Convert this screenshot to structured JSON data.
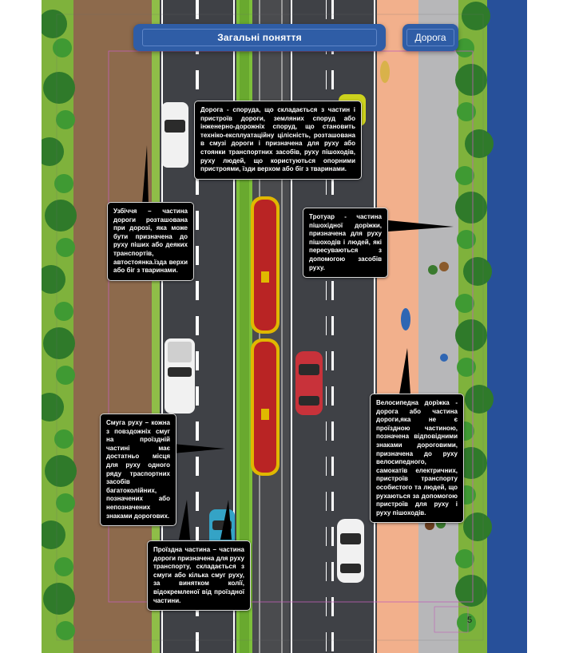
{
  "header": {
    "title": "Загальні поняття",
    "topic": "Дорога"
  },
  "definitions": {
    "road": "Дорога - споруда, що складається з частин і пристроїв дороги, земляних споруд або інженерно-дорожніх споруд, що становить техніко-експлуатаційну цілісність, розташована в смузі дороги і призначена для руху або стоянки транспортних засобів, руху пішоходів, руху людей, що користуються опорними пристроями, їзди верхом або біг з тваринами.",
    "shoulder": "Узбіччя – частина дороги розташована при дорозі, яка може бути призначена до руху піших або деяких транспортів, автостоянка.їзда верхи або біг з тваринами.",
    "sidewalk": "Тротуар - частина пішохідної доріжки, призначена для руху пішоходів і людей, які пересуваються з допомогою засобів руху.",
    "lane": "Смуга руху – кожна з повздожніх смуг на проїздній частині має достатньо місця для руху одного ряду траспортних засобів багатоколійних, позначених або непозначених знаками дорогових.",
    "bike_path": "Велосипедна доріжка - дорога або частина дороги,яка не є проїздною частиною, позначена відповідними знаками дороговими, призначена до руху велосипедного, самокатів електричних, пристроїв транспорту особистого та людей, що рухаються за допомогою пристроїв для руху і руху пішоходів.",
    "carriageway": "Проїздна частина – частина дороги призначена для руху транспорту, складається з смуги або кілька смуг руху, за винятком колії, відокремленої від проїздної частини."
  },
  "footer": {
    "page_number": "5"
  },
  "colors": {
    "header_blue": "#2f5da6",
    "asphalt": "#3f4146",
    "median_green": "#7cbf3a",
    "bike_path": "#f2b08c",
    "sidewalk": "#b7b7b9",
    "grass": "#8fbd48",
    "shoulder": "#8d6a4c",
    "side_panel_blue": "#27509a",
    "callout_bg": "#000000"
  }
}
